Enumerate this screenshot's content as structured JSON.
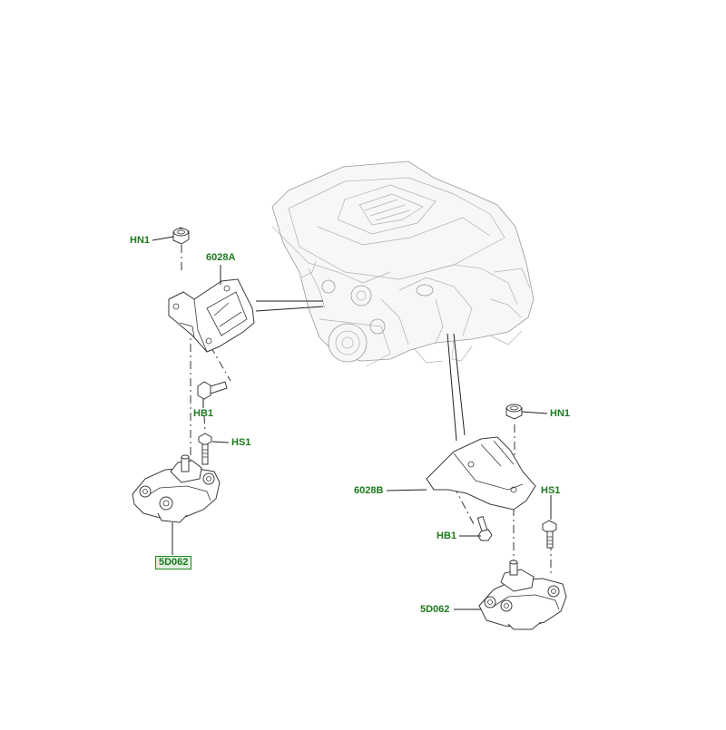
{
  "colors": {
    "callout_text": "#1d7a1d",
    "callout_box": "#1d8a1d",
    "line": "#222222",
    "engine": "#9a9a9a"
  },
  "callouts": {
    "hn1_left": "HN1",
    "bracket_6028a": "6028A",
    "hb1_left": "HB1",
    "hs1_left": "HS1",
    "mount_5d062_left": "5D062",
    "hn1_right": "HN1",
    "bracket_6028b": "6028B",
    "hs1_right": "HS1",
    "hb1_right": "HB1",
    "mount_5d062_right": "5D062"
  }
}
